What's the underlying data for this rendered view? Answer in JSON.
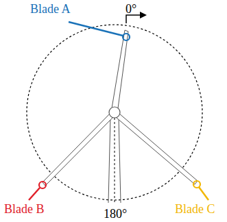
{
  "diagram": {
    "labels": [
      "Blade A",
      "0°",
      "Blade B",
      "180°",
      "Blade C"
    ]
  }
}
